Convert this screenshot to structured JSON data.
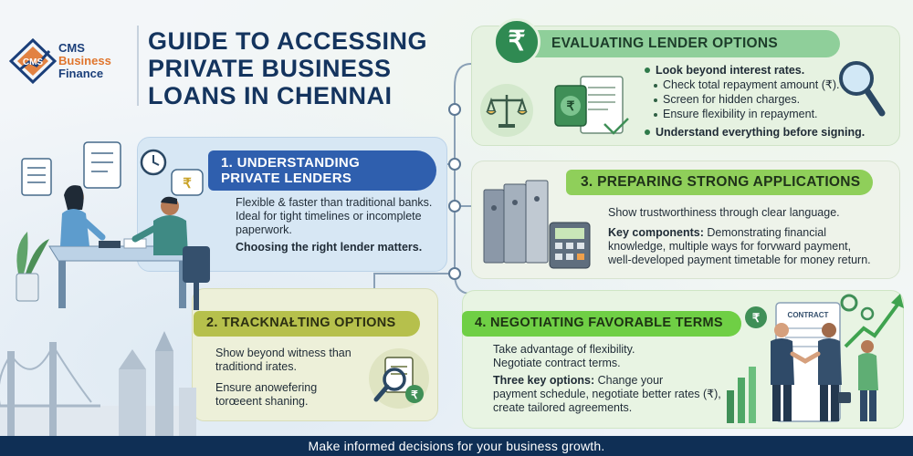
{
  "brand": {
    "logo_lines": [
      "CMS",
      "Business",
      "Finance"
    ],
    "mark_text": "CMS"
  },
  "title": {
    "line1": "GUIDE TO ACCESSING",
    "line2": "PRIVATE BUSINESS",
    "line3": "LOANS IN CHENNAI"
  },
  "sections": {
    "evaluating": {
      "icon": "₹",
      "heading": "EVALUATING LENDER OPTIONS",
      "point1": "Look beyond interest rates.",
      "sub1": "Check total repayment amount (₹).",
      "sub2": "Screen for hidden charges.",
      "sub3": "Ensure flexibility in repayment.",
      "point2": "Understand everything before signing."
    },
    "understanding": {
      "heading_line1": "1. UNDERSTANDING",
      "heading_line2": "PRIVATE LENDERS",
      "line1": "Flexible & faster than traditional banks.",
      "line2": "Ideal for tight timelines or incomplete",
      "line3": "paperwork.",
      "line4": "Choosing the right lender matters."
    },
    "preparing": {
      "heading": "3. PREPARING STRONG APPLICATIONS",
      "line1": "Show trustworthiness through clear language.",
      "key_label": "Key components:",
      "key_rest": " Demonstrating financial",
      "line3": "knowledge, multiple ways for forvward payment,",
      "line4": "well-developed payment timetable for money return."
    },
    "tracking": {
      "heading": "2. TRACKNAŁTING OPTIONS",
      "line1": "Show beyond witness than",
      "line2": "traditiond irates.",
      "line3": "Ensure anowefering",
      "line4": "torœeent shaning."
    },
    "negotiating": {
      "heading": "4. NEGOTIATING FAVORABLE TERMS",
      "line1": "Take advantage of flexibility.",
      "line2": "Negotiate contract terms.",
      "key_label": "Three key options:",
      "key_rest": " Change your",
      "line4": "payment schedule, negotiate better rates (₹),",
      "line5": "create tailored agreements."
    }
  },
  "illustrations": {
    "contract_label": "CONTRACT",
    "rupee": "₹"
  },
  "footer": {
    "text": "Make informed decisions for your business growth."
  },
  "colors": {
    "navy": "#14345e",
    "green_dark": "#2f8a52",
    "blue_header": "#2f5fae",
    "footer_bg": "#0f2f55",
    "accent_orange": "#e0752d"
  }
}
